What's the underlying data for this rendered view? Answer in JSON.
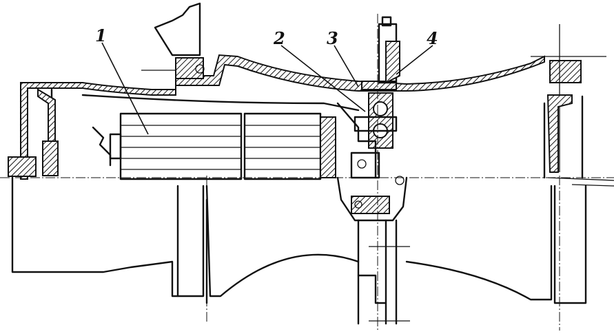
{
  "diagram": {
    "callouts": [
      {
        "label": "1"
      },
      {
        "label": "2"
      },
      {
        "label": "3"
      },
      {
        "label": "4"
      }
    ]
  }
}
